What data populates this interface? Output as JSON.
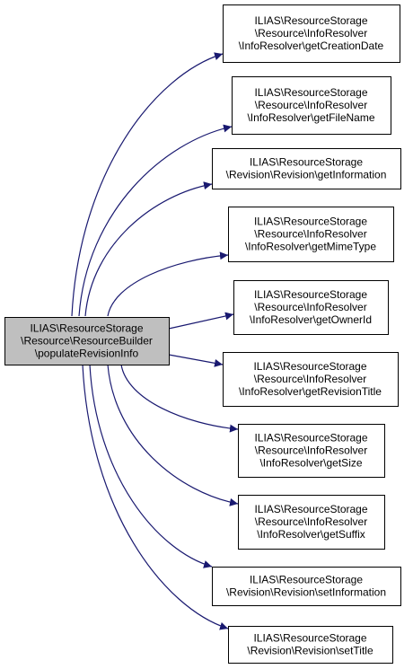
{
  "colors": {
    "edge": "#191970",
    "source_fill": "#bfbfbf",
    "target_fill": "#ffffff",
    "border": "#000000"
  },
  "source": {
    "lines": [
      "ILIAS\\ResourceStorage",
      "\\Resource\\ResourceBuilder",
      "\\populateRevisionInfo"
    ]
  },
  "targets": [
    {
      "id": "getCreationDate",
      "lines": [
        "ILIAS\\ResourceStorage",
        "\\Resource\\InfoResolver",
        "\\InfoResolver\\getCreationDate"
      ]
    },
    {
      "id": "getFileName",
      "lines": [
        "ILIAS\\ResourceStorage",
        "\\Resource\\InfoResolver",
        "\\InfoResolver\\getFileName"
      ]
    },
    {
      "id": "getInformation",
      "lines": [
        "ILIAS\\ResourceStorage",
        "\\Revision\\Revision\\getInformation"
      ]
    },
    {
      "id": "getMimeType",
      "lines": [
        "ILIAS\\ResourceStorage",
        "\\Resource\\InfoResolver",
        "\\InfoResolver\\getMimeType"
      ]
    },
    {
      "id": "getOwnerId",
      "lines": [
        "ILIAS\\ResourceStorage",
        "\\Resource\\InfoResolver",
        "\\InfoResolver\\getOwnerId"
      ]
    },
    {
      "id": "getRevisionTitle",
      "lines": [
        "ILIAS\\ResourceStorage",
        "\\Resource\\InfoResolver",
        "\\InfoResolver\\getRevisionTitle"
      ]
    },
    {
      "id": "getSize",
      "lines": [
        "ILIAS\\ResourceStorage",
        "\\Resource\\InfoResolver",
        "\\InfoResolver\\getSize"
      ]
    },
    {
      "id": "getSuffix",
      "lines": [
        "ILIAS\\ResourceStorage",
        "\\Resource\\InfoResolver",
        "\\InfoResolver\\getSuffix"
      ]
    },
    {
      "id": "setInformation",
      "lines": [
        "ILIAS\\ResourceStorage",
        "\\Revision\\Revision\\setInformation"
      ]
    },
    {
      "id": "setTitle",
      "lines": [
        "ILIAS\\ResourceStorage",
        "\\Revision\\Revision\\setTitle"
      ]
    }
  ]
}
